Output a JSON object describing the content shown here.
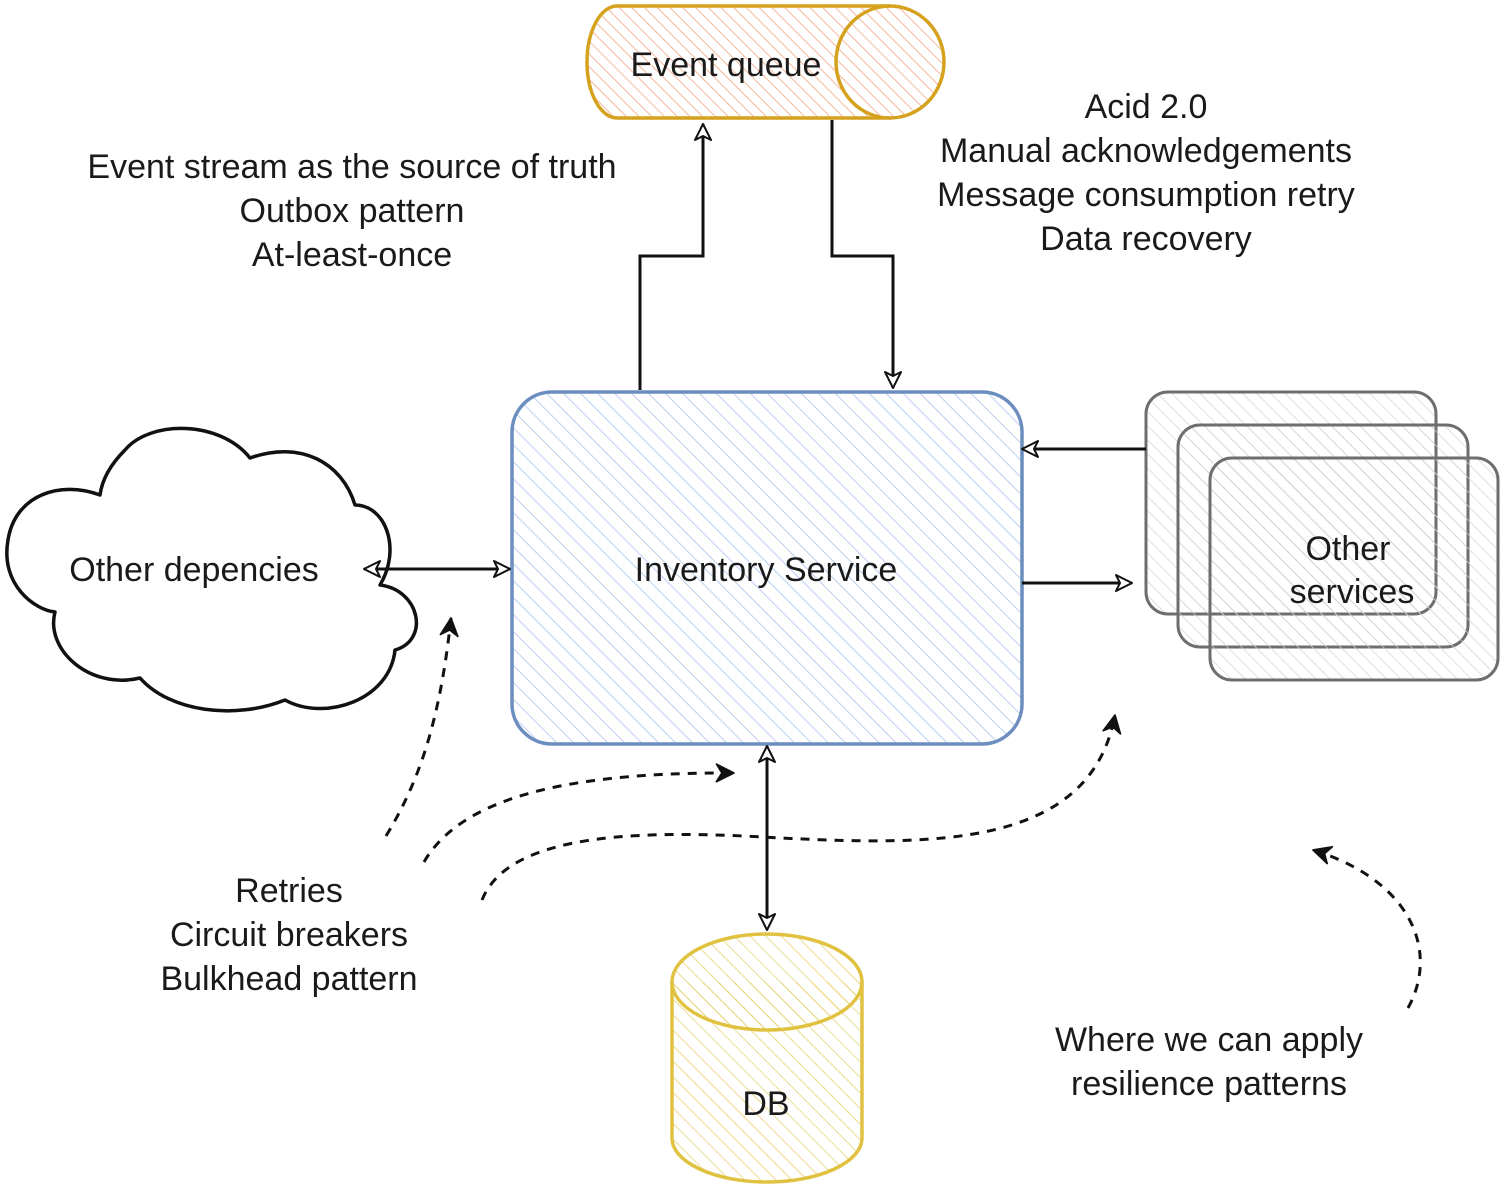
{
  "nodes": {
    "event_queue": "Event queue",
    "inventory_service": "Inventory Service",
    "other_dependencies": "Other depencies",
    "other_services": [
      "Other",
      "services"
    ],
    "db": "DB"
  },
  "notes": {
    "publish": [
      "Event stream as the source of truth",
      "Outbox pattern",
      "At-least-once"
    ],
    "consume": [
      "Acid 2.0",
      "Manual acknowledgements",
      "Message consumption retry",
      "Data recovery"
    ],
    "sync": [
      "Retries",
      "Circuit breakers",
      "Bulkhead pattern"
    ],
    "legend": [
      "Where we can apply",
      "resilience patterns"
    ]
  },
  "colors": {
    "queue_stroke": "#d6a21e",
    "queue_hatch": "#f4a582",
    "service_stroke": "#6c8ebf",
    "service_hatch": "#a9c4eb",
    "db_stroke": "#e0c240",
    "db_hatch": "#e8d170",
    "others_stroke": "#6e6e6e",
    "line": "#111111"
  }
}
